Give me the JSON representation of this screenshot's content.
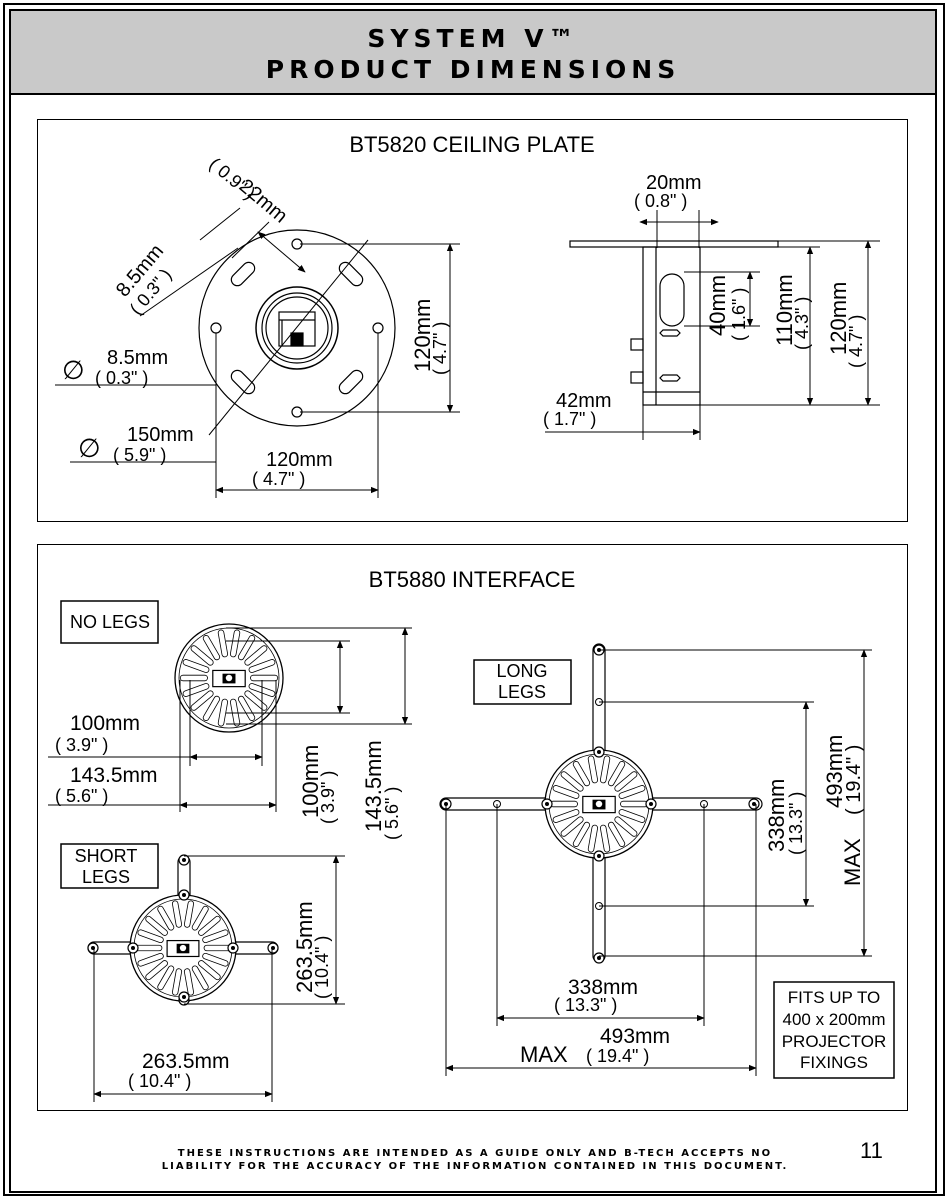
{
  "header": {
    "line1": "SYSTEM V™",
    "line2": "PRODUCT DIMENSIONS"
  },
  "top": {
    "title": "BT5820 CEILING PLATE",
    "slot_mm": "22mm",
    "slot_in": "( 0.9\" )",
    "slotw_mm": "8.5mm",
    "slotw_in": "( 0.3\" )",
    "hole_sym": "∅",
    "hole_mm": "8.5mm",
    "hole_in": "( 0.3\" )",
    "plate_sym": "∅",
    "plate_mm": "150mm",
    "plate_in": "( 5.9\" )",
    "pitch_mm": "120mm",
    "pitch_in": "( 4.7\" )",
    "pitchv_mm": "120mm",
    "pitchv_in": "( 4.7\" )",
    "side_w_mm": "20mm",
    "side_w_in": "( 0.8\" )",
    "slotlen_mm": "40mm",
    "slotlen_in": "( 1.6\" )",
    "tube_mm": "110mm",
    "tube_in": "( 4.3\" )",
    "total_mm": "120mm",
    "total_in": "( 4.7\" )",
    "tube_w_mm": "42mm",
    "tube_w_in": "( 1.7\" )"
  },
  "bottom": {
    "title": "BT5880 INTERFACE",
    "no_legs": "NO LEGS",
    "long_legs_1": "LONG",
    "long_legs_2": "LEGS",
    "short_legs_1": "SHORT",
    "short_legs_2": "LEGS",
    "nl_h1_mm": "100mm",
    "nl_h1_in": "( 3.9\" )",
    "nl_h2_mm": "143.5mm",
    "nl_h2_in": "( 5.6\" )",
    "nl_v1_mm": "100mm",
    "nl_v1_in": "( 3.9\" )",
    "nl_v2_mm": "143.5mm",
    "nl_v2_in": "( 5.6\" )",
    "sl_v_mm": "263.5mm",
    "sl_v_in": "( 10.4\" )",
    "sl_h_mm": "263.5mm",
    "sl_h_in": "( 10.4\" )",
    "ll_v1_mm": "338mm",
    "ll_v1_in": "( 13.3\" )",
    "ll_v2_mm": "493mm",
    "ll_v2_in": "( 19.4\" )",
    "ll_v2_max": "MAX",
    "ll_h1_mm": "338mm",
    "ll_h1_in": "( 13.3\" )",
    "ll_h2_mm": "493mm",
    "ll_h2_in": "( 19.4\" )",
    "ll_h2_max": "MAX",
    "fits_1": "FITS UP TO",
    "fits_2": "400 x 200mm",
    "fits_3": "PROJECTOR",
    "fits_4": "FIXINGS"
  },
  "footer": {
    "line1": "THESE INSTRUCTIONS ARE INTENDED AS A GUIDE ONLY AND B-TECH ACCEPTS NO",
    "line2": "LIABILITY FOR THE ACCURACY OF THE INFORMATION CONTAINED IN THIS DOCUMENT."
  },
  "page_number": "11"
}
